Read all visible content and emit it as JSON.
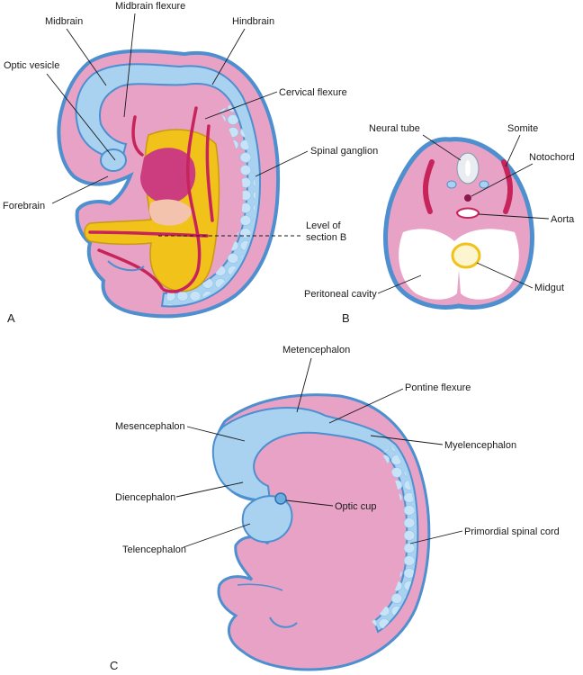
{
  "panels": {
    "a": "A",
    "b": "B",
    "c": "C"
  },
  "labels_a": {
    "midbrain": "Midbrain",
    "midbrain_flexure": "Midbrain flexure",
    "hindbrain": "Hindbrain",
    "optic_vesicle": "Optic vesicle",
    "cervical_flexure": "Cervical flexure",
    "spinal_ganglion": "Spinal ganglion",
    "forebrain": "Forebrain",
    "level_line1": "Level of",
    "level_line2": "section B"
  },
  "labels_b": {
    "neural_tube": "Neural tube",
    "somite": "Somite",
    "notochord": "Notochord",
    "aorta": "Aorta",
    "peritoneal_cavity": "Peritoneal cavity",
    "midgut": "Midgut"
  },
  "labels_c": {
    "metencephalon": "Metencephalon",
    "pontine_flexure": "Pontine flexure",
    "mesencephalon": "Mesencephalon",
    "myelencephalon": "Myelencephalon",
    "diencephalon": "Diencephalon",
    "optic_cup": "Optic cup",
    "telencephalon": "Telencephalon",
    "primordial_spinal_cord": "Primordial spinal cord"
  },
  "colors": {
    "body_pink": "#e7a2c5",
    "outline_blue": "#4d8fcf",
    "neural_blue": "#a9d2f0",
    "gut_yellow": "#f0c21a",
    "vessel_red": "#c8245c",
    "heart_magenta": "#cc3d80"
  }
}
